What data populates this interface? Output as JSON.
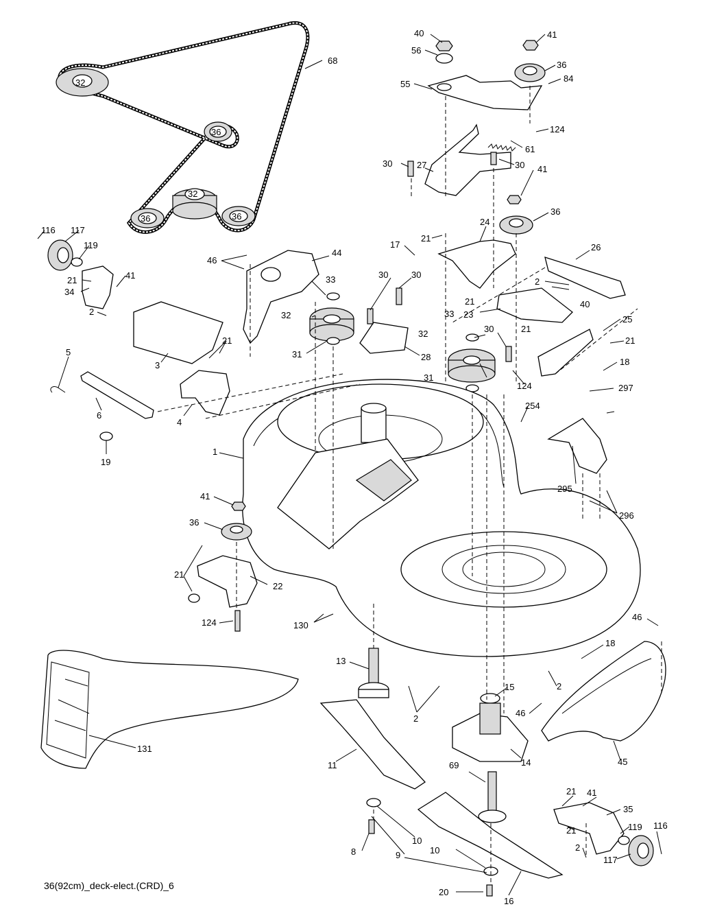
{
  "diagram": {
    "caption": "36(92cm)_deck-elect.(CRD)_6",
    "callouts": [
      {
        "id": "c68",
        "text": "68"
      },
      {
        "id": "c32a",
        "text": "32"
      },
      {
        "id": "c36a",
        "text": "36"
      },
      {
        "id": "c32b",
        "text": "32"
      },
      {
        "id": "c36b",
        "text": "36"
      },
      {
        "id": "c36c",
        "text": "36"
      },
      {
        "id": "c40a",
        "text": "40"
      },
      {
        "id": "c56",
        "text": "56"
      },
      {
        "id": "c41a",
        "text": "41"
      },
      {
        "id": "c36d",
        "text": "36"
      },
      {
        "id": "c84",
        "text": "84"
      },
      {
        "id": "c55",
        "text": "55"
      },
      {
        "id": "c124a",
        "text": "124"
      },
      {
        "id": "c61",
        "text": "61"
      },
      {
        "id": "c30a",
        "text": "30"
      },
      {
        "id": "c27",
        "text": "27"
      },
      {
        "id": "c30b",
        "text": "30"
      },
      {
        "id": "c41b",
        "text": "41"
      },
      {
        "id": "c36e",
        "text": "36"
      },
      {
        "id": "c116a",
        "text": "116"
      },
      {
        "id": "c117a",
        "text": "117"
      },
      {
        "id": "c119a",
        "text": "119"
      },
      {
        "id": "c21a",
        "text": "21"
      },
      {
        "id": "c41c",
        "text": "41"
      },
      {
        "id": "c34",
        "text": "34"
      },
      {
        "id": "c2a",
        "text": "2"
      },
      {
        "id": "c46a",
        "text": "46"
      },
      {
        "id": "c44",
        "text": "44"
      },
      {
        "id": "c17",
        "text": "17"
      },
      {
        "id": "c21b",
        "text": "21"
      },
      {
        "id": "c24",
        "text": "24"
      },
      {
        "id": "c26",
        "text": "26"
      },
      {
        "id": "c2b",
        "text": "2"
      },
      {
        "id": "c21c",
        "text": "21"
      },
      {
        "id": "c40b",
        "text": "40"
      },
      {
        "id": "c33a",
        "text": "33"
      },
      {
        "id": "c30c",
        "text": "30"
      },
      {
        "id": "c30d",
        "text": "30"
      },
      {
        "id": "c23",
        "text": "23"
      },
      {
        "id": "c25",
        "text": "25"
      },
      {
        "id": "c21d",
        "text": "21"
      },
      {
        "id": "c21e",
        "text": "21"
      },
      {
        "id": "c32c",
        "text": "32"
      },
      {
        "id": "c33b",
        "text": "33"
      },
      {
        "id": "c30e",
        "text": "30"
      },
      {
        "id": "c18a",
        "text": "18"
      },
      {
        "id": "c31a",
        "text": "31"
      },
      {
        "id": "c28",
        "text": "28"
      },
      {
        "id": "c32d",
        "text": "32"
      },
      {
        "id": "c124b",
        "text": "124"
      },
      {
        "id": "c31b",
        "text": "31"
      },
      {
        "id": "c297",
        "text": "297"
      },
      {
        "id": "c5",
        "text": "5"
      },
      {
        "id": "c21f",
        "text": "21"
      },
      {
        "id": "c3",
        "text": "3"
      },
      {
        "id": "c6",
        "text": "6"
      },
      {
        "id": "c4",
        "text": "4"
      },
      {
        "id": "c254",
        "text": "254"
      },
      {
        "id": "c19",
        "text": "19"
      },
      {
        "id": "c1",
        "text": "1"
      },
      {
        "id": "c295",
        "text": "295"
      },
      {
        "id": "c296",
        "text": "296"
      },
      {
        "id": "c41d",
        "text": "41"
      },
      {
        "id": "c36f",
        "text": "36"
      },
      {
        "id": "c21g",
        "text": "21"
      },
      {
        "id": "c22",
        "text": "22"
      },
      {
        "id": "c124c",
        "text": "124"
      },
      {
        "id": "c130",
        "text": "130"
      },
      {
        "id": "c46b",
        "text": "46"
      },
      {
        "id": "c18b",
        "text": "18"
      },
      {
        "id": "c13",
        "text": "13"
      },
      {
        "id": "c15",
        "text": "15"
      },
      {
        "id": "c2c",
        "text": "2"
      },
      {
        "id": "c2d",
        "text": "2"
      },
      {
        "id": "c46c",
        "text": "46"
      },
      {
        "id": "c131",
        "text": "131"
      },
      {
        "id": "c11",
        "text": "11"
      },
      {
        "id": "c14",
        "text": "14"
      },
      {
        "id": "c45",
        "text": "45"
      },
      {
        "id": "c69",
        "text": "69"
      },
      {
        "id": "c21h",
        "text": "21"
      },
      {
        "id": "c41e",
        "text": "41"
      },
      {
        "id": "c35",
        "text": "35"
      },
      {
        "id": "c21i",
        "text": "21"
      },
      {
        "id": "c119b",
        "text": "119"
      },
      {
        "id": "c116b",
        "text": "116"
      },
      {
        "id": "c2e",
        "text": "2"
      },
      {
        "id": "c117b",
        "text": "117"
      },
      {
        "id": "c8",
        "text": "8"
      },
      {
        "id": "c10a",
        "text": "10"
      },
      {
        "id": "c9",
        "text": "9"
      },
      {
        "id": "c10b",
        "text": "10"
      },
      {
        "id": "c20",
        "text": "20"
      },
      {
        "id": "c16",
        "text": "16"
      }
    ]
  }
}
